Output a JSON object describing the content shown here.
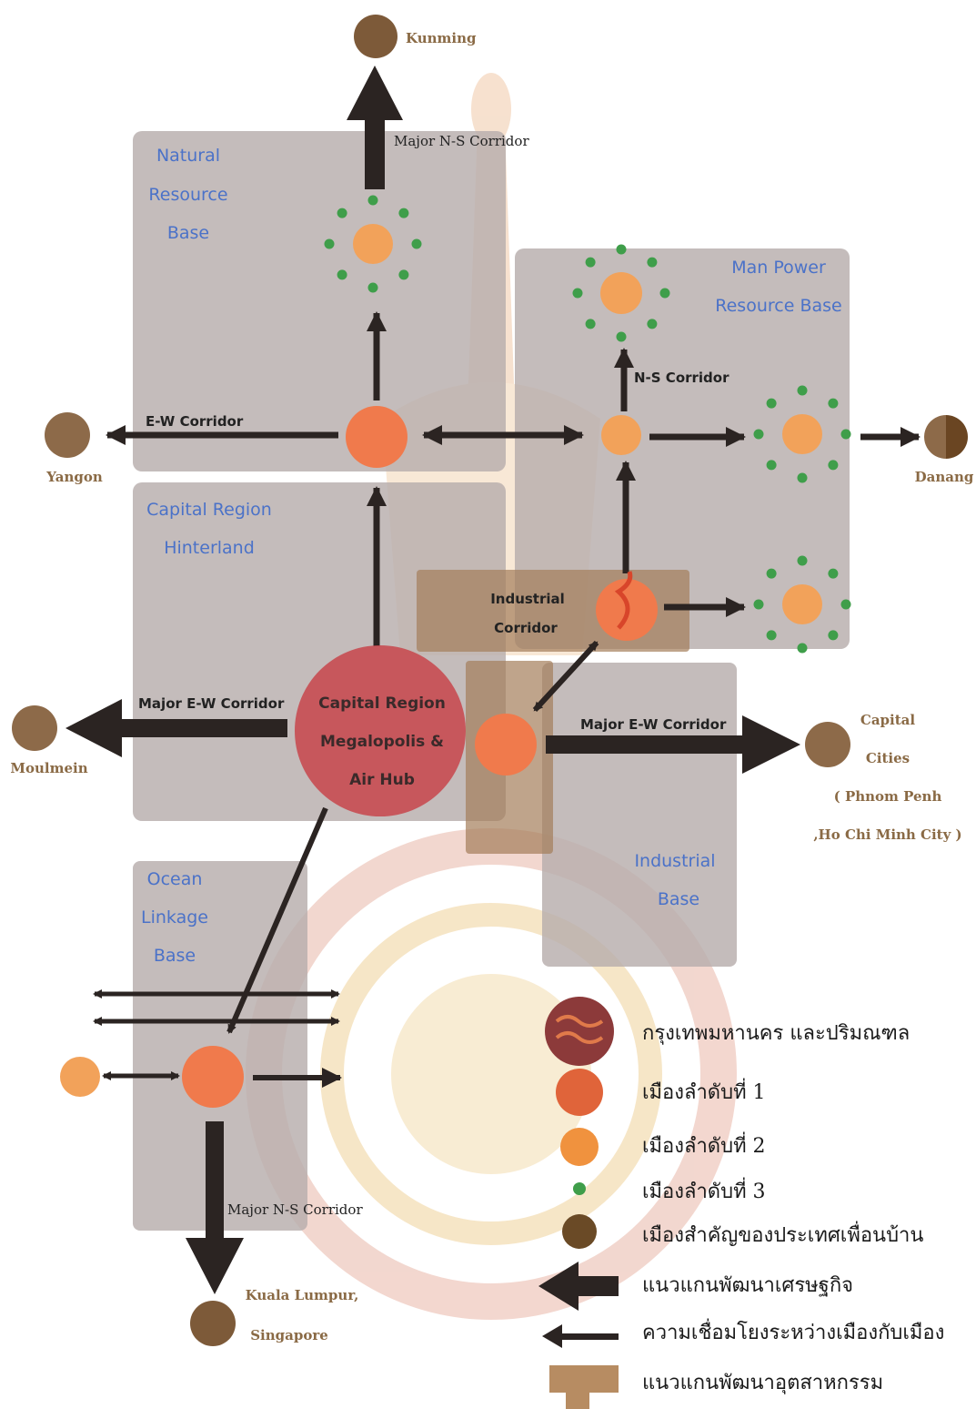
{
  "colors": {
    "zone": "#b7adac",
    "industrial": "#a47e5a",
    "hub": "#c7494e",
    "first_order": "#f07a4c",
    "second_order": "#f2a25a",
    "third_order": "#3f9e4a",
    "neighbor": "#7d5a39",
    "arrow": "#2b2422",
    "zone_text": "#4b72c8",
    "watermark": "#e9b7a8"
  },
  "zones": {
    "natural_resource": [
      "Natural",
      "Resource",
      "Base"
    ],
    "man_power": [
      "Man Power",
      "Resource Base"
    ],
    "capital_hinterland": [
      "Capital Region",
      "Hinterland"
    ],
    "industrial_corridor": [
      "Industrial",
      "Corridor"
    ],
    "industrial_base": [
      "Industrial",
      "Base"
    ],
    "ocean_linkage": [
      "Ocean",
      "Linkage",
      "Base"
    ]
  },
  "hub": [
    "Capital Region",
    "Megalopolis &",
    "Air Hub"
  ],
  "corridors": {
    "major_ns_top": "Major N-S Corridor",
    "major_ns_bottom": "Major N-S Corridor",
    "ew": "E-W Corridor",
    "ns": "N-S Corridor",
    "major_ew_left": "Major E-W Corridor",
    "major_ew_right": "Major E-W Corridor"
  },
  "cities": {
    "kunming": "Kunming",
    "yangon": "Yangon",
    "danang": "Danang",
    "moulmein": "Moulmein",
    "capital_cities": [
      "Capital",
      "Cities",
      "( Phnom Penh",
      ",Ho Chi Minh City )"
    ],
    "kuala_lumpur": [
      "Kuala Lumpur,",
      "Singapore"
    ]
  },
  "legend": {
    "bangkok": "กรุงเทพมหานคร และปริมณฑล",
    "first_order": "เมืองลำดับที่ 1",
    "second_order": "เมืองลำดับที่ 2",
    "third_order": "เมืองลำดับที่ 3",
    "neighbor": "เมืองสำคัญของประเทศเพื่อนบ้าน",
    "economic_corridor": "แนวแกนพัฒนาเศรษฐกิจ",
    "city_link": "ความเชื่อมโยงระหว่างเมืองกับเมือง",
    "industrial_corridor": "แนวแกนพัฒนาอุตสาหกรรม"
  },
  "icons": {
    "watermark": "university-crest-watermark",
    "dots": "third-order-city-dot"
  }
}
